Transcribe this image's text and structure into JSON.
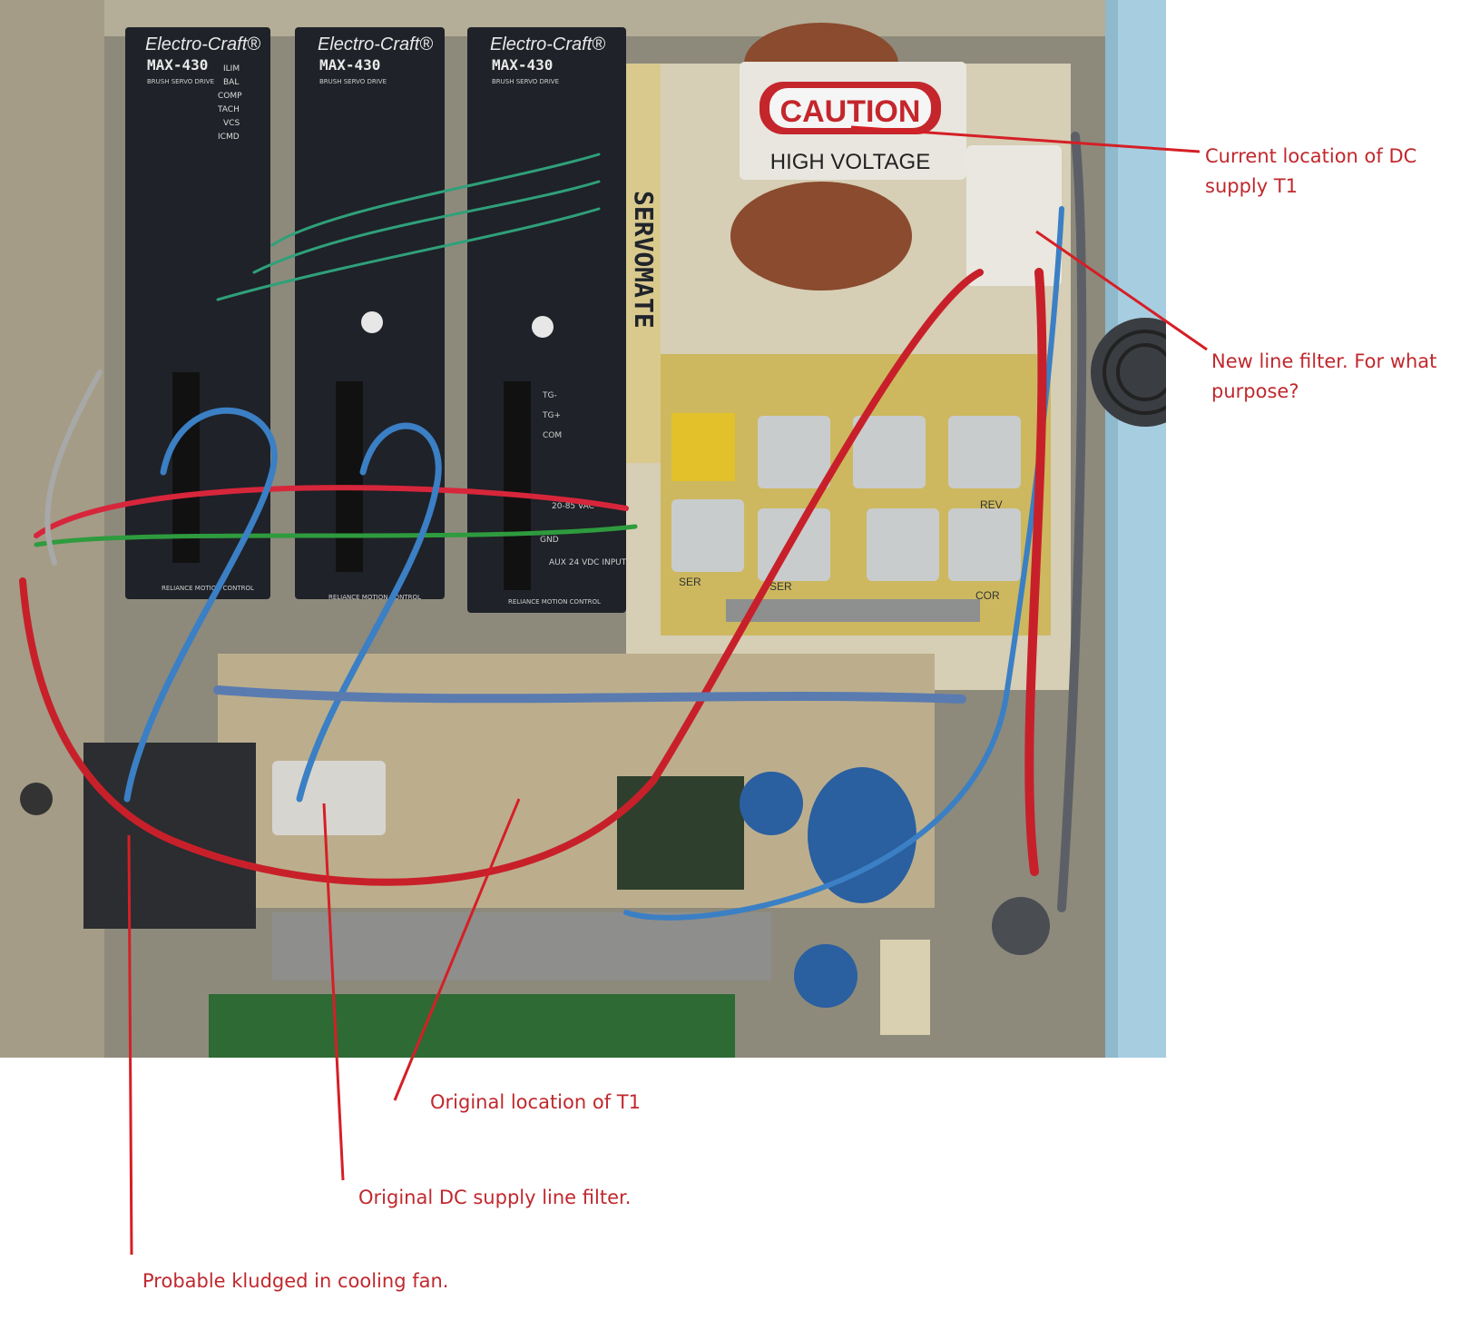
{
  "photo": {
    "drives": [
      {
        "brand": "Electro-Craft®",
        "model": "MAX-430",
        "type": "BRUSH SERVO DRIVE",
        "footer": "RELIANCE MOTION CONTROL"
      },
      {
        "brand": "Electro-Craft®",
        "model": "MAX-430",
        "type": "BRUSH SERVO DRIVE",
        "footer": "RELIANCE MOTION CONTROL"
      },
      {
        "brand": "Electro-Craft®",
        "model": "MAX-430",
        "type": "BRUSH SERVO DRIVE",
        "footer": "RELIANCE MOTION CONTROL"
      }
    ],
    "indicators": [
      "ILIM",
      "BAL",
      "COMP",
      "TACH",
      "VCS",
      "ICMD"
    ],
    "servomate": "SERVOMATE",
    "caution": "CAUTION",
    "high_voltage": "HIGH VOLTAGE",
    "tb_labels": [
      "TG-",
      "TG+",
      "COM"
    ],
    "ac_label": "20-85 VAC",
    "gnd_label": "GND",
    "aux_label": "AUX 24 VDC INPUT",
    "relay_labels": [
      "SER",
      "SER",
      "COR",
      "REV"
    ],
    "colors": {
      "annotation": "#c0282d",
      "panel": "#cfc6ad",
      "drive": "#1f2228",
      "caution_red": "#c4262c"
    }
  },
  "annotations": {
    "current_location": "Current location of DC supply T1",
    "new_line_filter": "New line filter.  For what purpose?",
    "original_t1": "Original location of T1",
    "original_filter": "Original DC supply line filter.",
    "cooling_fan": "Probable kludged in cooling fan."
  }
}
